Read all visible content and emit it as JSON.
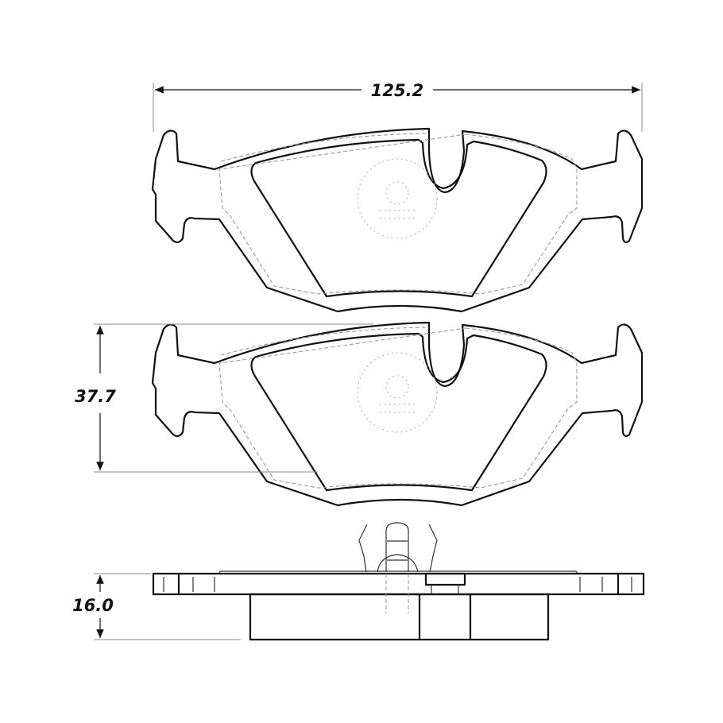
{
  "dimensions": {
    "width": "125.2",
    "height": "37.7",
    "thickness": "16.0"
  },
  "colors": {
    "line": "#111111",
    "hidden_line": "#999999",
    "background": "#ffffff"
  }
}
